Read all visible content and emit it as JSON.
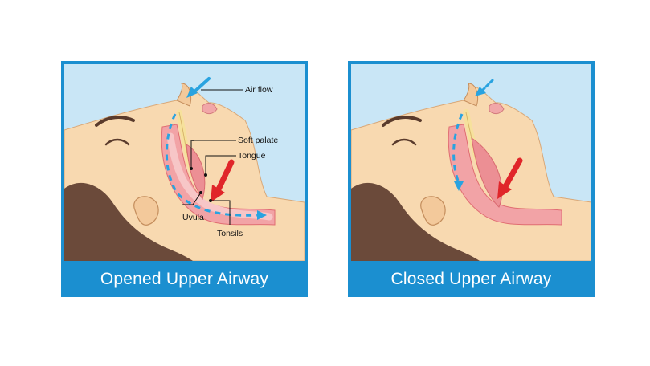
{
  "panels": {
    "opened": {
      "caption": "Opened Upper Airway",
      "labels": {
        "air_flow": "Air flow",
        "soft_palate": "Soft palate",
        "tongue": "Tongue",
        "uvula": "Uvula",
        "tonsils": "Tonsils"
      }
    },
    "closed": {
      "caption": "Closed Upper Airway"
    }
  },
  "colors": {
    "frame": "#1b8fd0",
    "sky": "#c9e6f6",
    "skin": "#f8d9b0",
    "hair": "#6b4a3a",
    "throat": "#f2a3a6",
    "airflow_arrow": "#29a3e0",
    "pressure_arrow": "#e0262a"
  }
}
